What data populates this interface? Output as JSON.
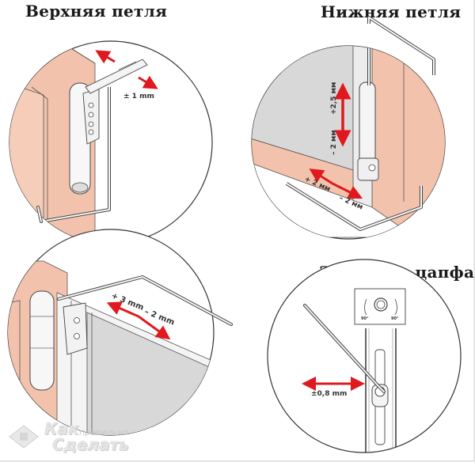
{
  "panels": {
    "top_hinge": {
      "title": "Верхняя петля",
      "adjustment_label": "± 1 mm"
    },
    "bottom_hinge": {
      "title": "Нижняя петля",
      "vertical_plus_label": "+2,5 мм",
      "vertical_minus_label": "– 2 мм",
      "horizontal_plus_label": "+ 2 мм",
      "horizontal_minus_label": "– 2 мм"
    },
    "corner_hinge": {
      "plus_label": "+ 3 mm",
      "minus_label": "– 2 mm"
    },
    "locking_pin": {
      "title": "Запорная цапфа",
      "rotation_left_label": "90°",
      "rotation_right_label": "90°",
      "adjustment_label": "±0,8 mm"
    }
  },
  "watermark": {
    "line1": "Как",
    "line1_small": "правильно",
    "line2": "Сделать"
  },
  "colors": {
    "frame_wood": "#f2c2ad",
    "frame_edge": "#d9a58f",
    "arrow_red": "#e0191e",
    "glass_gray": "#d8d8d8",
    "outline": "#333333"
  }
}
